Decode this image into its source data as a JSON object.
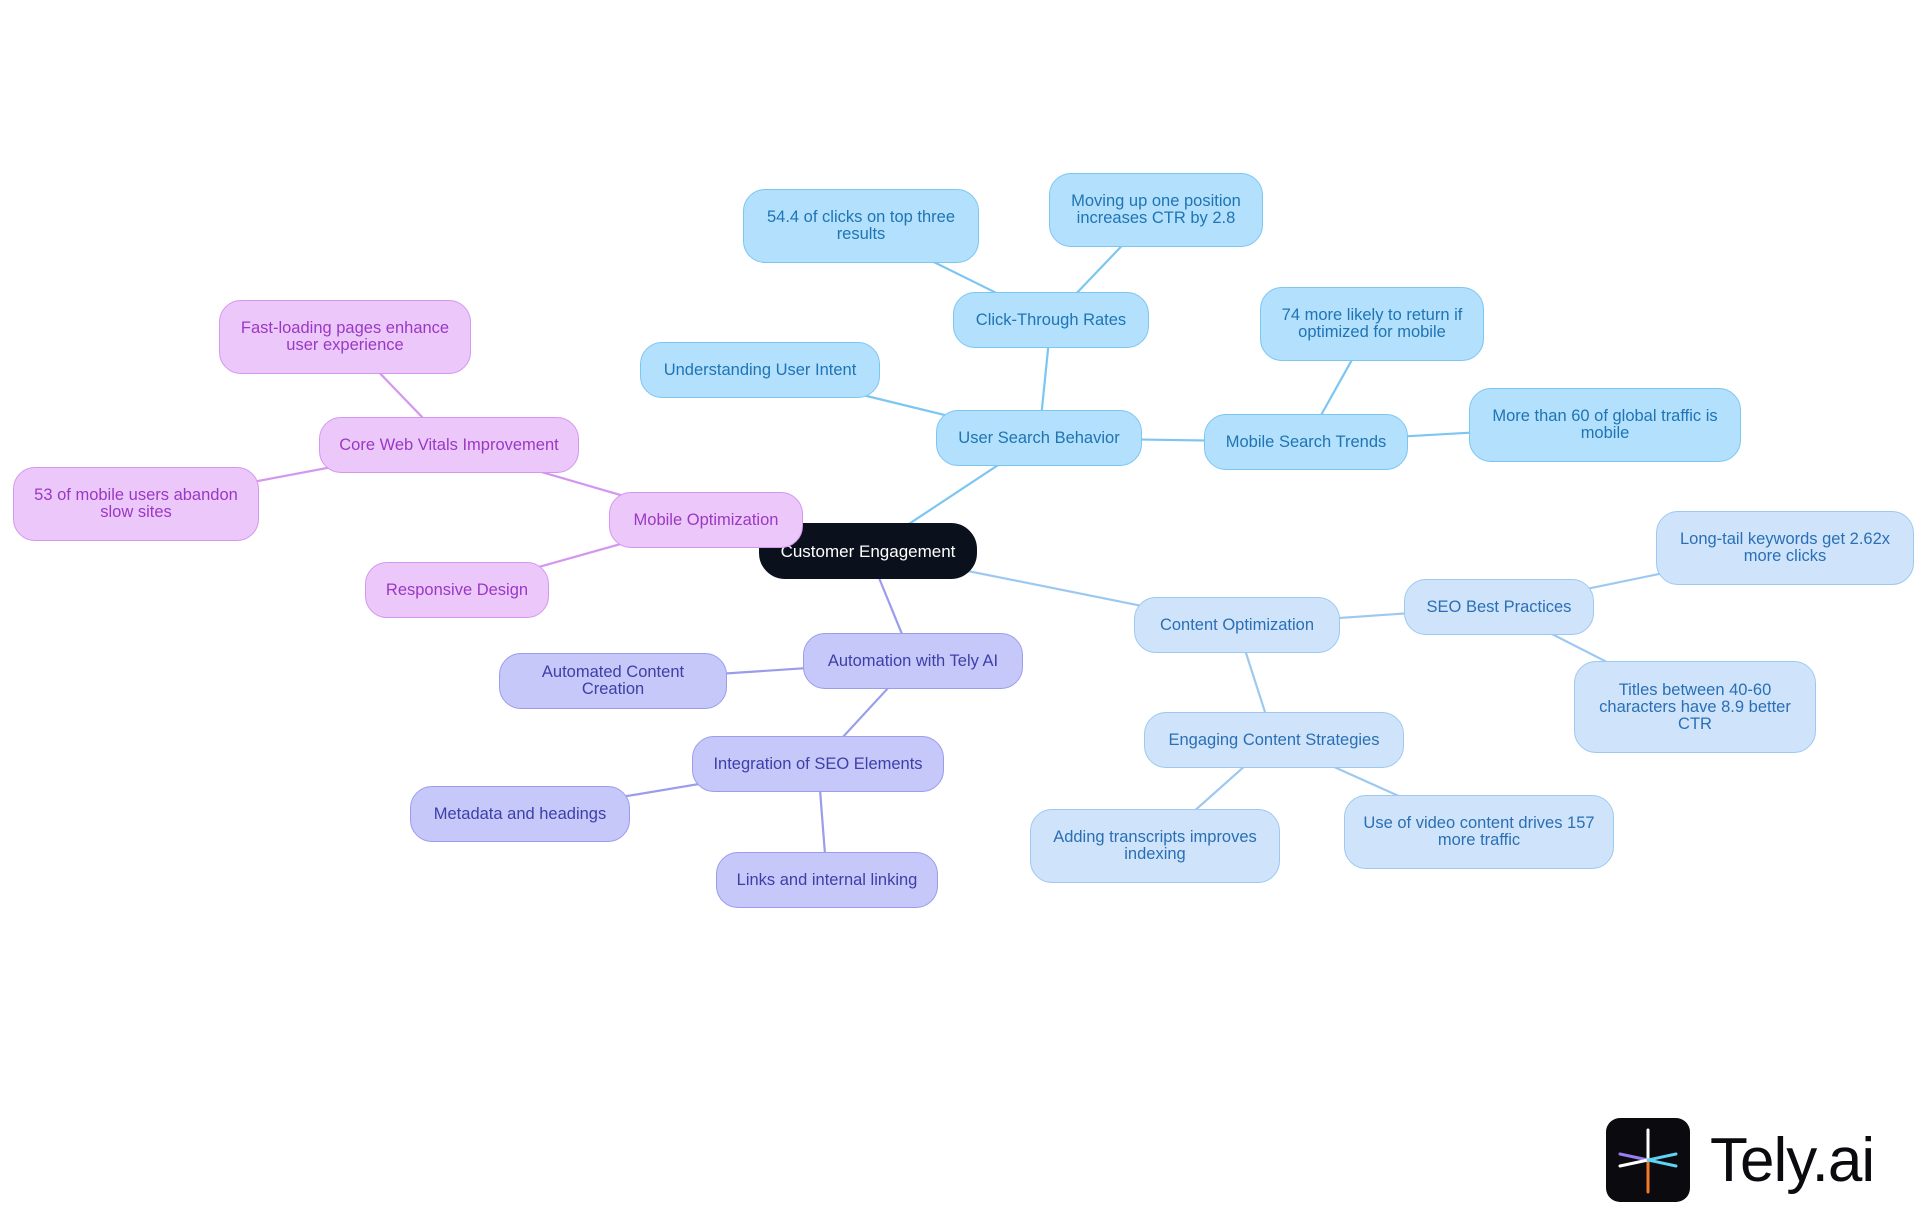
{
  "diagram": {
    "nodes": [
      {
        "id": "root",
        "label": "Customer Engagement",
        "style": "root"
      },
      {
        "id": "usb",
        "label": "User Search Behavior",
        "style": "blue"
      },
      {
        "id": "ctr",
        "label": "Click-Through Rates",
        "style": "blue"
      },
      {
        "id": "top3",
        "label": "54.4 of clicks on top three results",
        "style": "blue"
      },
      {
        "id": "moveup",
        "label": "Moving up one position increases CTR by 2.8",
        "style": "blue"
      },
      {
        "id": "intent",
        "label": "Understanding User Intent",
        "style": "blue"
      },
      {
        "id": "mst",
        "label": "Mobile Search Trends",
        "style": "blue"
      },
      {
        "id": "return74",
        "label": "74 more likely to return if optimized for mobile",
        "style": "blue"
      },
      {
        "id": "global60",
        "label": "More than 60 of global traffic is mobile",
        "style": "blue"
      },
      {
        "id": "co",
        "label": "Content Optimization",
        "style": "lblue"
      },
      {
        "id": "seobp",
        "label": "SEO Best Practices",
        "style": "lblue"
      },
      {
        "id": "longtail",
        "label": "Long-tail keywords get 2.62x more clicks",
        "style": "lblue"
      },
      {
        "id": "titles",
        "label": "Titles between 40-60 characters have 8.9 better CTR",
        "style": "lblue"
      },
      {
        "id": "ecs",
        "label": "Engaging Content Strategies",
        "style": "lblue"
      },
      {
        "id": "transcripts",
        "label": "Adding transcripts improves indexing",
        "style": "lblue"
      },
      {
        "id": "video",
        "label": "Use of video content drives 157 more traffic",
        "style": "lblue"
      },
      {
        "id": "auto",
        "label": "Automation with Tely AI",
        "style": "violet"
      },
      {
        "id": "acc",
        "label": "Automated Content Creation",
        "style": "violet"
      },
      {
        "id": "iseo",
        "label": "Integration of SEO Elements",
        "style": "violet"
      },
      {
        "id": "meta",
        "label": "Metadata and headings",
        "style": "violet"
      },
      {
        "id": "links",
        "label": "Links and internal linking",
        "style": "violet"
      },
      {
        "id": "mo",
        "label": "Mobile Optimization",
        "style": "pink"
      },
      {
        "id": "cwv",
        "label": "Core Web Vitals Improvement",
        "style": "pink"
      },
      {
        "id": "fast",
        "label": "Fast-loading pages enhance user experience",
        "style": "pink"
      },
      {
        "id": "abandon",
        "label": "53 of mobile users abandon slow sites",
        "style": "pink"
      },
      {
        "id": "responsive",
        "label": "Responsive Design",
        "style": "pink"
      }
    ],
    "edges": [
      {
        "from": "root",
        "to": "usb"
      },
      {
        "from": "usb",
        "to": "ctr"
      },
      {
        "from": "ctr",
        "to": "top3"
      },
      {
        "from": "ctr",
        "to": "moveup"
      },
      {
        "from": "usb",
        "to": "intent"
      },
      {
        "from": "usb",
        "to": "mst"
      },
      {
        "from": "mst",
        "to": "return74"
      },
      {
        "from": "mst",
        "to": "global60"
      },
      {
        "from": "root",
        "to": "co"
      },
      {
        "from": "co",
        "to": "seobp"
      },
      {
        "from": "seobp",
        "to": "longtail"
      },
      {
        "from": "seobp",
        "to": "titles"
      },
      {
        "from": "co",
        "to": "ecs"
      },
      {
        "from": "ecs",
        "to": "transcripts"
      },
      {
        "from": "ecs",
        "to": "video"
      },
      {
        "from": "root",
        "to": "auto"
      },
      {
        "from": "auto",
        "to": "acc"
      },
      {
        "from": "auto",
        "to": "iseo"
      },
      {
        "from": "iseo",
        "to": "meta"
      },
      {
        "from": "iseo",
        "to": "links"
      },
      {
        "from": "root",
        "to": "mo"
      },
      {
        "from": "mo",
        "to": "cwv"
      },
      {
        "from": "cwv",
        "to": "fast"
      },
      {
        "from": "cwv",
        "to": "abandon"
      },
      {
        "from": "mo",
        "to": "responsive"
      }
    ]
  },
  "colors": {
    "root": "#0b111c",
    "blue": "#7cc6f2",
    "lblue": "#9dc8f0",
    "violet": "#9a9cec",
    "pink": "#d496ef"
  },
  "logo": {
    "text": "Tely.ai",
    "icon": "tely-logo-icon"
  }
}
